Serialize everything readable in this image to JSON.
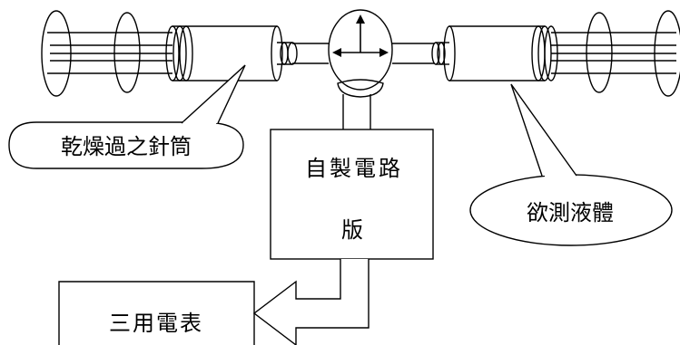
{
  "labels": {
    "dry_syringe": "乾燥過之針筒",
    "circuit_board_line1": "自製電路",
    "circuit_board_line2": "版",
    "test_liquid": "欲測液體",
    "multimeter": "三用電表"
  },
  "icons": {
    "valve": "four-way-arrow-valve",
    "arrow": "block-arrow-left"
  },
  "colors": {
    "stroke": "#000000",
    "background": "#ffffff"
  }
}
